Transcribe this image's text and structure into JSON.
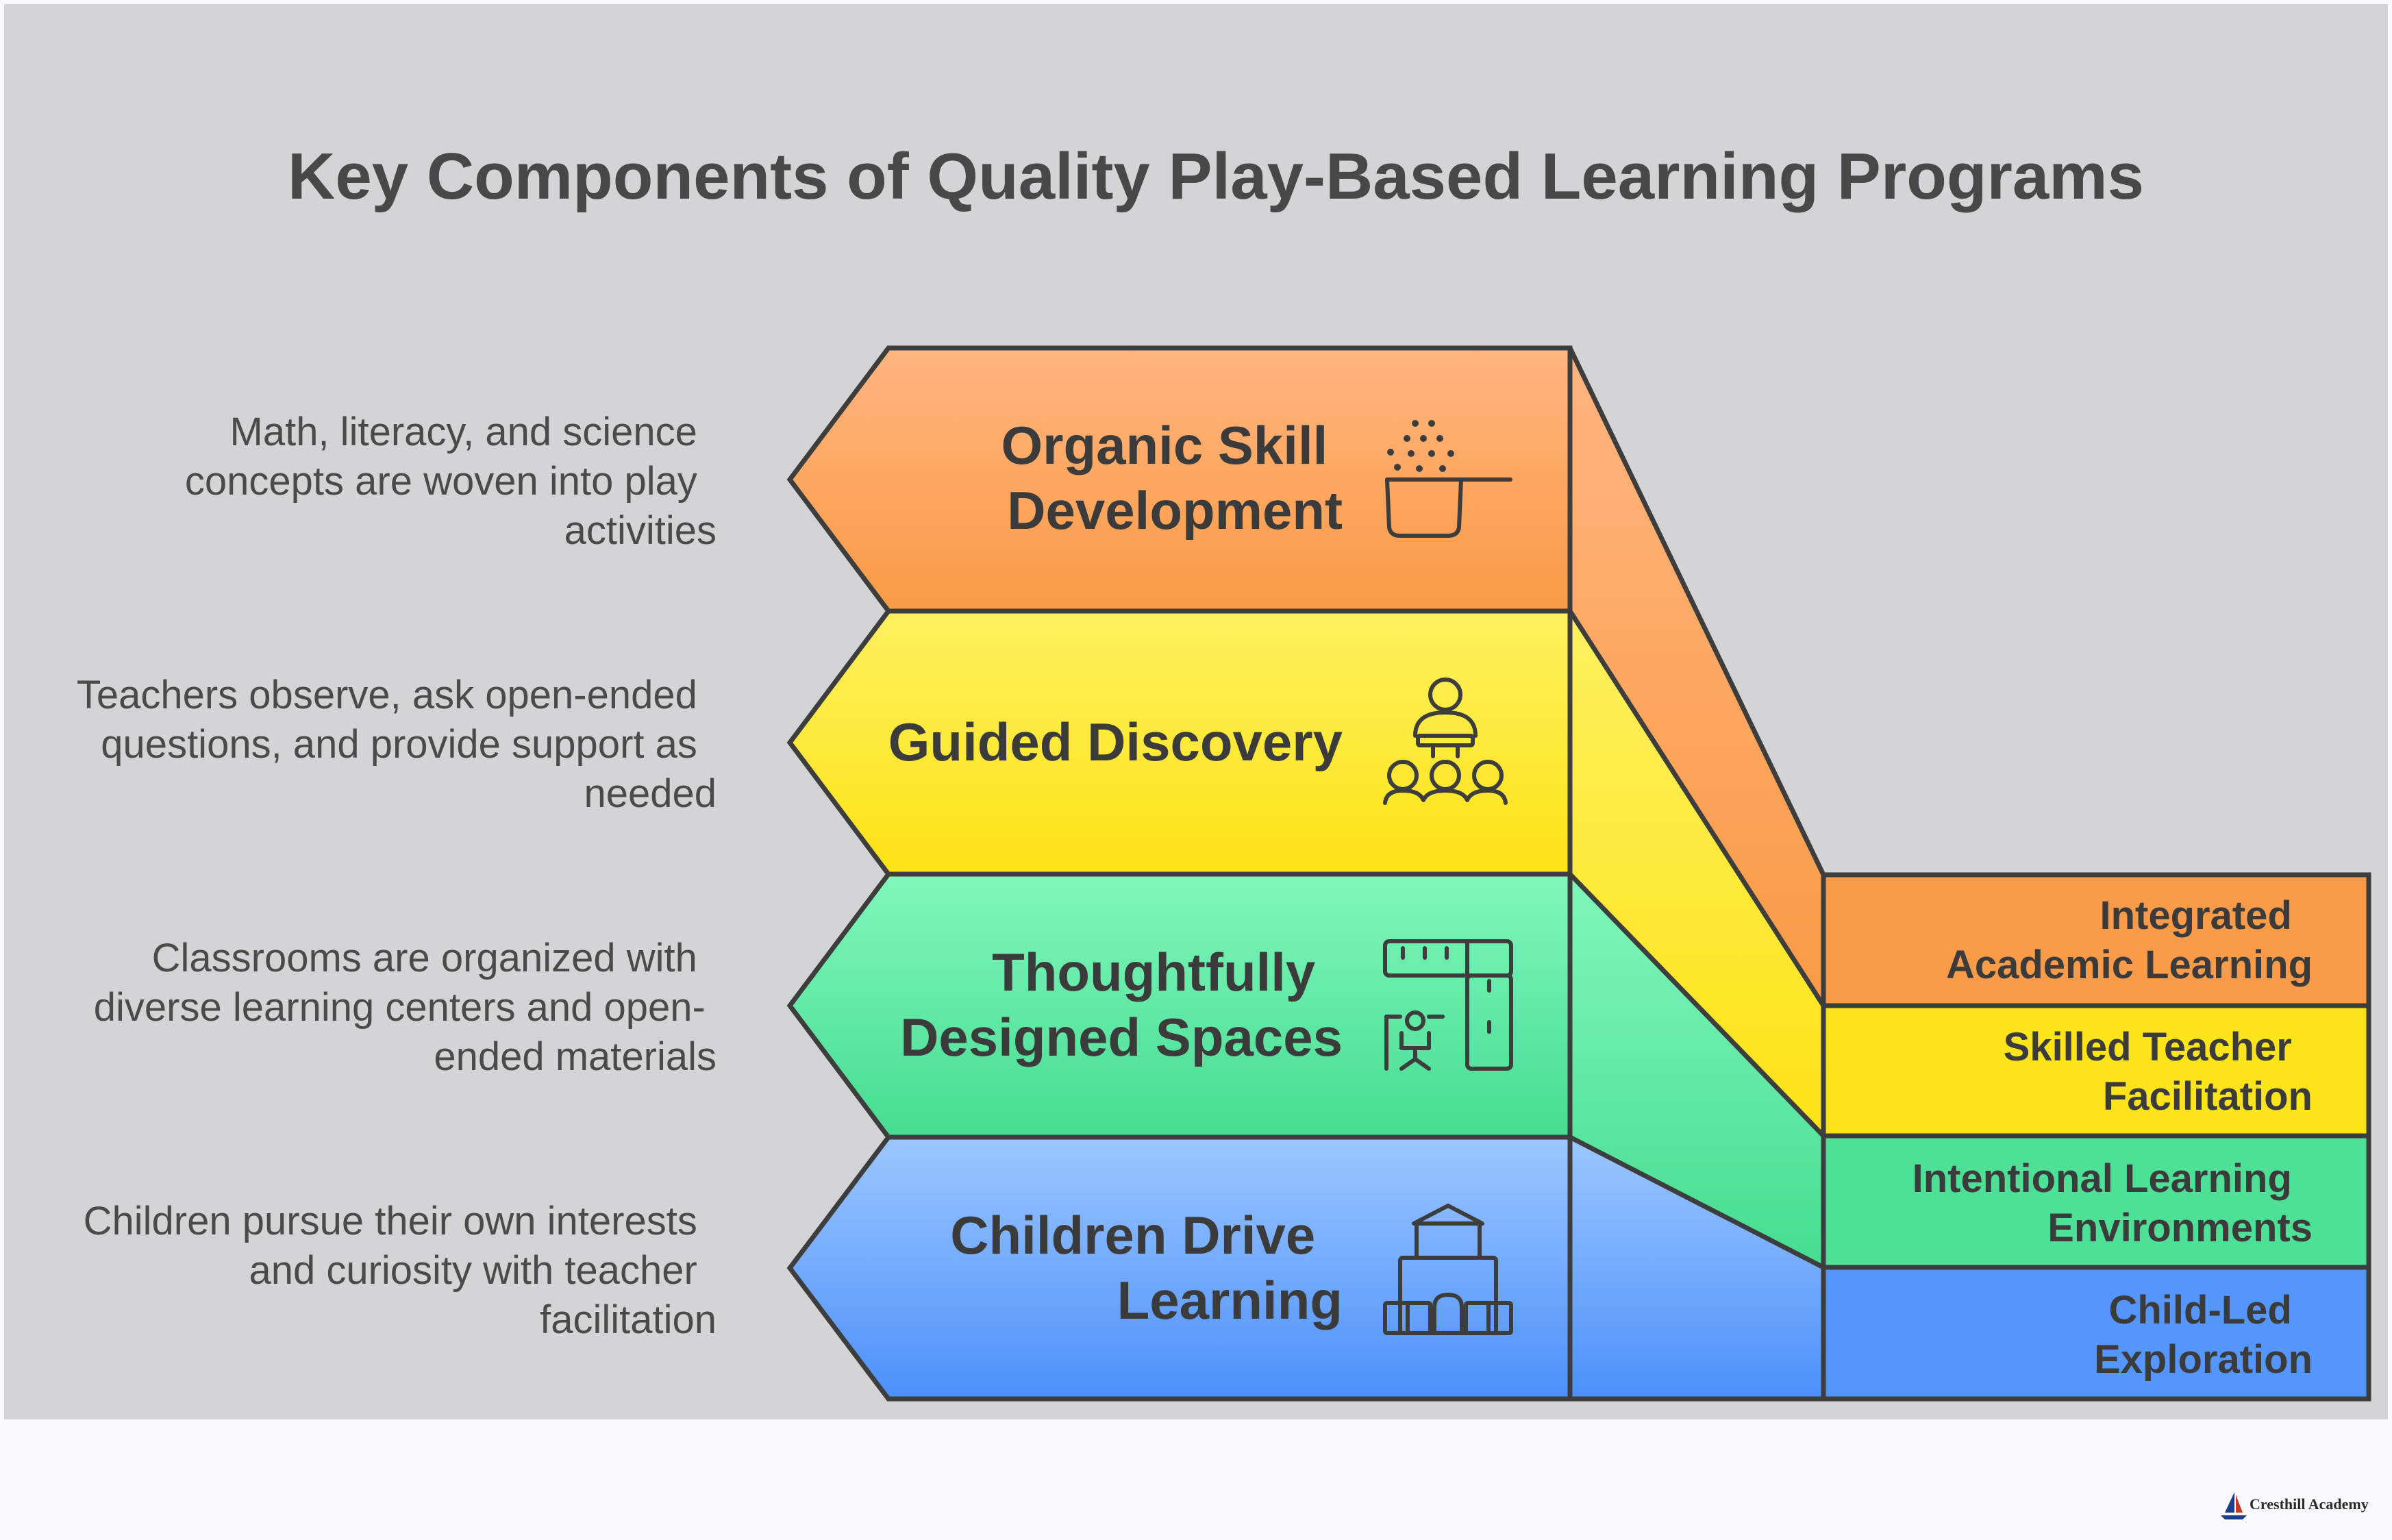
{
  "title": "Key Components of Quality Play-Based Learning Programs",
  "stages": [
    {
      "label_lines": [
        "Organic Skill",
        "Development"
      ],
      "description_lines": [
        "Math, literacy, and science",
        "concepts are woven into play",
        "activities"
      ],
      "side_lines": [
        "Integrated",
        "Academic Learning"
      ],
      "icon": "measuring-cup-icon",
      "color_top": "#ffb57f",
      "color_bottom": "#f99a45"
    },
    {
      "label_lines": [
        "Guided Discovery"
      ],
      "description_lines": [
        "Teachers observe, ask open-ended",
        "questions, and provide support as",
        "needed"
      ],
      "side_lines": [
        "Skilled Teacher",
        "Facilitation"
      ],
      "icon": "teacher-students-icon",
      "color_top": "#fff060",
      "color_bottom": "#fbe314"
    },
    {
      "label_lines": [
        "Thoughtfully",
        "Designed Spaces"
      ],
      "description_lines": [
        "Classrooms are organized with",
        "diverse learning centers and open-",
        "ended materials"
      ],
      "side_lines": [
        "Intentional Learning",
        "Environments"
      ],
      "icon": "classroom-layout-icon",
      "color_top": "#80f7bb",
      "color_bottom": "#46dc92"
    },
    {
      "label_lines": [
        "Children Drive",
        "Learning"
      ],
      "description_lines": [
        "Children pursue their own interests",
        "and curiosity with teacher",
        "facilitation"
      ],
      "side_lines": [
        "Child-Led",
        "Exploration"
      ],
      "icon": "schoolhouse-icon",
      "color_top": "#9cc6ff",
      "color_bottom": "#4b90fa"
    }
  ],
  "brand": {
    "name": "Cresthill Academy",
    "icon": "sailboat-logo-icon"
  },
  "colors": {
    "panel_background": "#d3d4d5",
    "page_background": "#f8f9fa",
    "outline": "#3d3d3d",
    "title_text": "#484848"
  }
}
